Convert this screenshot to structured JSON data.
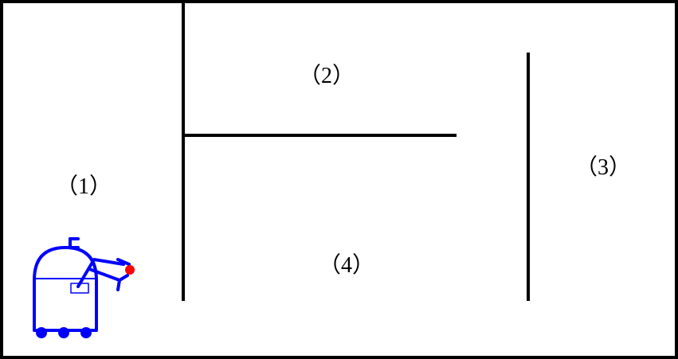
{
  "rooms": [
    {
      "id": "room-1",
      "label": "（1）"
    },
    {
      "id": "room-2",
      "label": "（2）"
    },
    {
      "id": "room-3",
      "label": "（3）"
    },
    {
      "id": "room-4",
      "label": "（4）"
    }
  ],
  "robot": {
    "icon": "robot-with-arm-icon",
    "color": "#0000ff",
    "target_color": "#ff0000"
  },
  "colors": {
    "wall": "#000000",
    "background": "#ffffff"
  }
}
